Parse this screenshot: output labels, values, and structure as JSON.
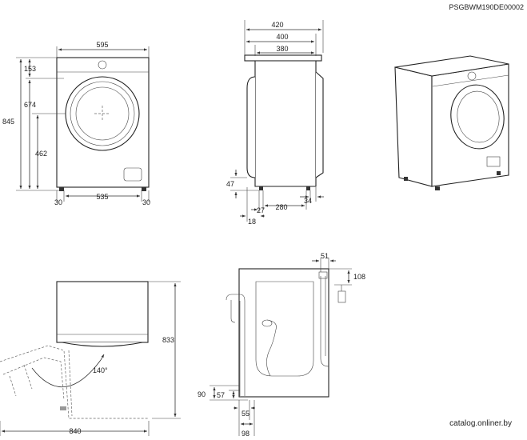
{
  "header": {
    "code": "PSGBWM190DE00002"
  },
  "front_view": {
    "width": "595",
    "height": "845",
    "top_panel": "153",
    "door_top": "674",
    "door_center": "462",
    "foot_left": "30",
    "foot_span": "535",
    "foot_right": "30"
  },
  "side_view": {
    "depth_total": "420",
    "depth_body": "400",
    "depth_cabinet": "380",
    "foot_height": "47",
    "foot_front": "27",
    "foot_span": "280",
    "foot_back": "34",
    "front_offset": "18"
  },
  "door_view": {
    "depth_open": "840",
    "height": "833",
    "angle": "140°"
  },
  "back_view": {
    "top_hose_offset": "51",
    "top_hose_drop": "108",
    "drain_height_outer": "90",
    "drain_height_inner": "57",
    "drain_offset": "55",
    "drain_width": "98"
  },
  "footer": {
    "watermark": "catalog.onliner.by"
  }
}
